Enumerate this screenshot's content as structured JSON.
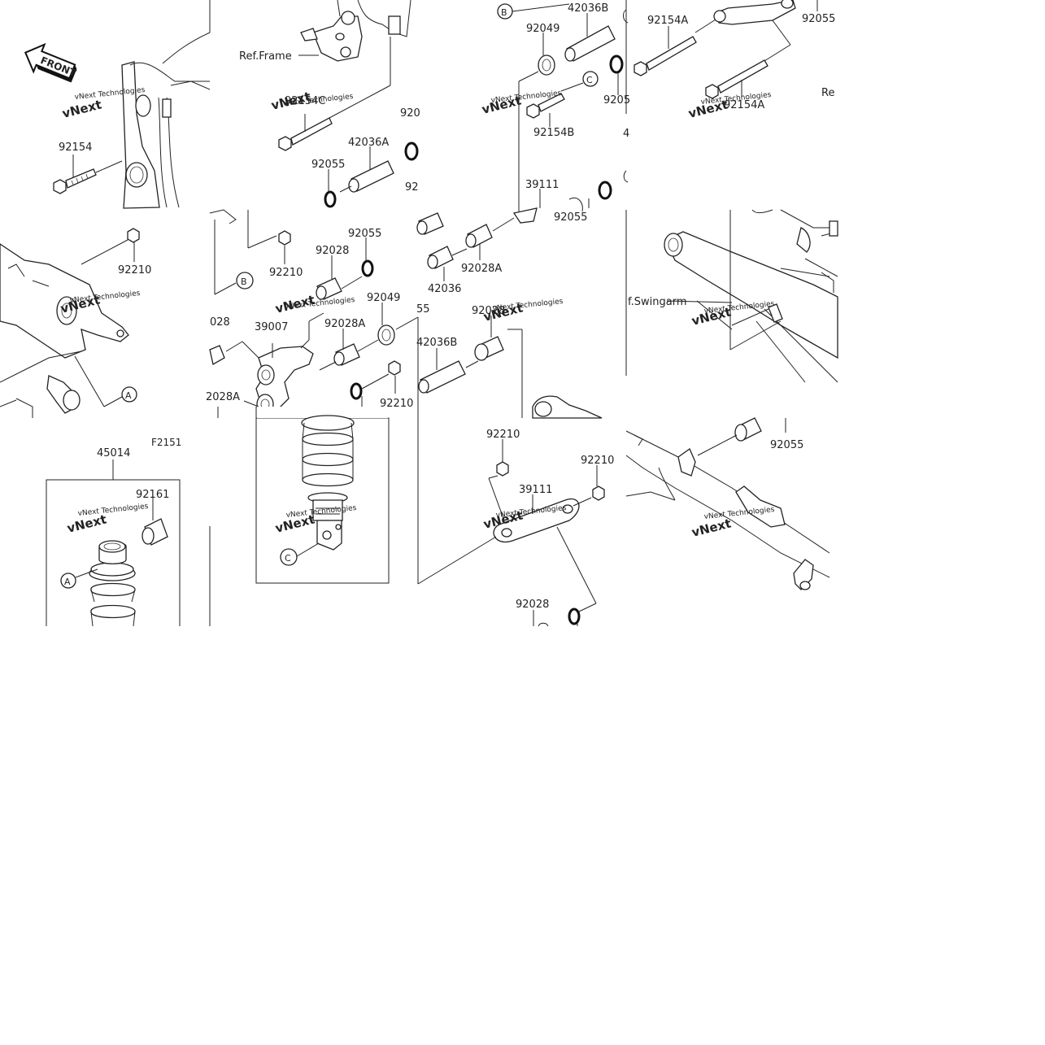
{
  "diagram": {
    "code": "F2151",
    "front_label": "FRONT",
    "watermark": "vNext Technologies",
    "refs": {
      "frame": "Ref.Frame",
      "swingarm": "f.Swingarm",
      "re": "Re"
    },
    "callouts": {
      "a": "A",
      "b": "B",
      "c": "C"
    },
    "labels": {
      "p92154": "92154",
      "p92210_a": "92210",
      "p45014": "45014",
      "p92161": "92161",
      "p92154c": "92154C",
      "p42036a": "42036A",
      "p92055_a": "92055",
      "p920_a": "920",
      "p92_a": "92",
      "p92210_b": "92210",
      "p92028_a": "92028",
      "p92055_b": "92055",
      "p028": "028",
      "p39007": "39007",
      "p92028a_a": "92028A",
      "p92049_a": "92049",
      "p55": "55",
      "p92210_c": "92210",
      "p2028a": "2028A",
      "p42036b_a": "42036B",
      "p92049_b": "92049",
      "p9205": "9205",
      "p92154b": "92154B",
      "p4": "4",
      "p39111_a": "39111",
      "p92055_c": "92055",
      "p42036": "42036",
      "p92028a_b": "92028A",
      "p92028_b": "92028",
      "p42036b_b": "42036B",
      "p92210_d": "92210",
      "p92210_e": "92210",
      "p39111_b": "39111",
      "p92028_c": "92028",
      "p92154a_a": "92154A",
      "p92055_d": "92055",
      "p92154a_b": "92154A",
      "p92055_e": "92055"
    }
  }
}
